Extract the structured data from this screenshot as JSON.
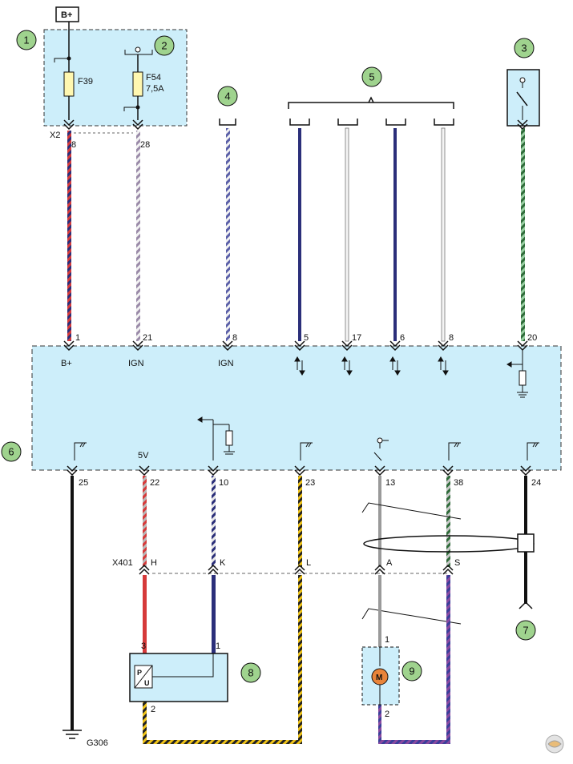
{
  "supply": {
    "label": "B+"
  },
  "fuses": {
    "f39": "F39",
    "f54": "F54",
    "f54_rating": "7,5A"
  },
  "connectors": {
    "x2": "X2",
    "x401": "X401",
    "ground": "G306"
  },
  "top_pins": [
    "8",
    "28"
  ],
  "module_top_pins": [
    "1",
    "21",
    "8",
    "5",
    "17",
    "6",
    "8",
    "20"
  ],
  "module_top_labels": [
    "B+",
    "IGN",
    "IGN"
  ],
  "module_bottom_pins": [
    "25",
    "22",
    "10",
    "23",
    "13",
    "38",
    "24"
  ],
  "module_bottom_labels": {
    "five_v": "5V"
  },
  "x401_pins": [
    "H",
    "K",
    "L",
    "A",
    "S"
  ],
  "sensor_pins": [
    "3",
    "1",
    "2"
  ],
  "motor_pins": [
    "1",
    "2"
  ],
  "callouts": [
    "1",
    "2",
    "3",
    "4",
    "5",
    "6",
    "7",
    "8",
    "9"
  ],
  "colors": {
    "module_fill": "#cdeefa",
    "wire_blue": "#2b2f7a",
    "wire_red": "#d63a3a",
    "wire_green": "#2f6b3a",
    "wire_yellow": "#f0c419",
    "wire_gray": "#9a9a9a",
    "wire_purple": "#8a4aa0",
    "callout_fill": "#9fd38e"
  }
}
